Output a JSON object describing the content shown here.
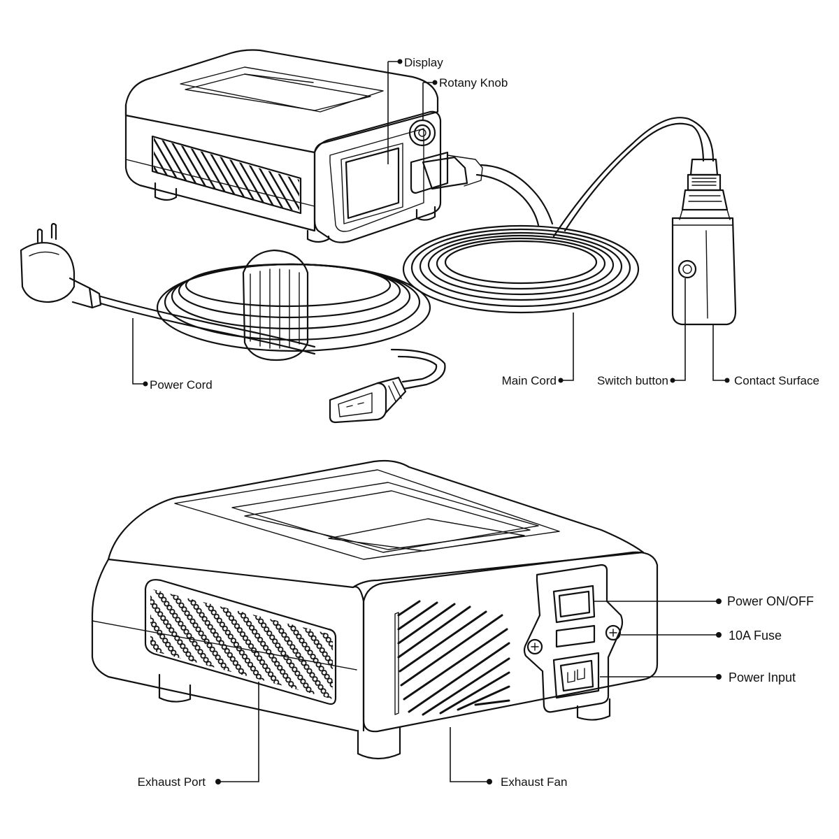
{
  "labels": {
    "display": "Display",
    "rotary_knob": "Rotany Knob",
    "power_cord": "Power Cord",
    "main_cord": "Main Cord",
    "switch_button": "Switch button",
    "contact_surface": "Contact Surface",
    "power_on_off": "Power ON/OFF",
    "fuse": "10A Fuse",
    "power_input": "Power Input",
    "exhaust_port": "Exhaust Port",
    "exhaust_fan": "Exhaust Fan"
  },
  "colors": {
    "ink": "#111111",
    "background": "#ffffff"
  }
}
